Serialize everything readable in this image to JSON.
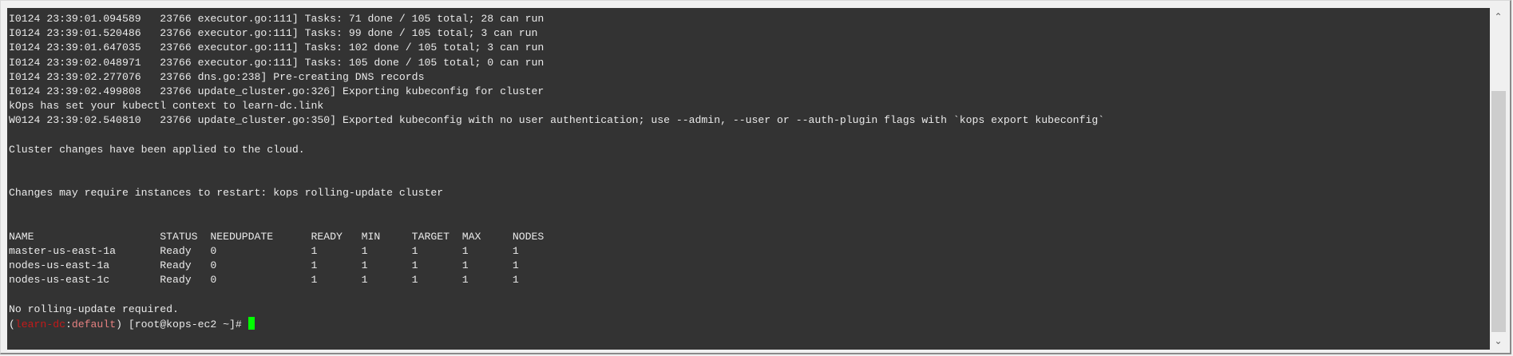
{
  "terminal": {
    "lines": [
      "I0124 23:39:01.094589   23766 executor.go:111] Tasks: 71 done / 105 total; 28 can run",
      "I0124 23:39:01.520486   23766 executor.go:111] Tasks: 99 done / 105 total; 3 can run",
      "I0124 23:39:01.647035   23766 executor.go:111] Tasks: 102 done / 105 total; 3 can run",
      "I0124 23:39:02.048971   23766 executor.go:111] Tasks: 105 done / 105 total; 0 can run",
      "I0124 23:39:02.277076   23766 dns.go:238] Pre-creating DNS records",
      "I0124 23:39:02.499808   23766 update_cluster.go:326] Exporting kubeconfig for cluster",
      "kOps has set your kubectl context to learn-dc.link",
      "W0124 23:39:02.540810   23766 update_cluster.go:350] Exported kubeconfig with no user authentication; use --admin, --user or --auth-plugin flags with `kops export kubeconfig`",
      "",
      "Cluster changes have been applied to the cloud.",
      "",
      "",
      "Changes may require instances to restart: kops rolling-update cluster",
      "",
      "",
      "NAME                    STATUS  NEEDUPDATE      READY   MIN     TARGET  MAX     NODES",
      "master-us-east-1a       Ready   0               1       1       1       1       1",
      "nodes-us-east-1a        Ready   0               1       1       1       1       1",
      "nodes-us-east-1c        Ready   0               1       1       1       1       1",
      "",
      "No rolling-update required."
    ],
    "prompt": {
      "open": "(",
      "context": "learn-dc",
      "sep": ":",
      "namespace": "default",
      "close": ") ",
      "shell": "[root@kops-ec2 ~]#"
    },
    "colors": {
      "background": "#333333",
      "text": "#eaeaea",
      "context": "#c41a1a",
      "namespace": "#e58080",
      "cursor": "#00ff00"
    }
  },
  "scrollbar": {
    "up_icon": "chevron-up-icon",
    "down_icon": "chevron-down-icon"
  }
}
